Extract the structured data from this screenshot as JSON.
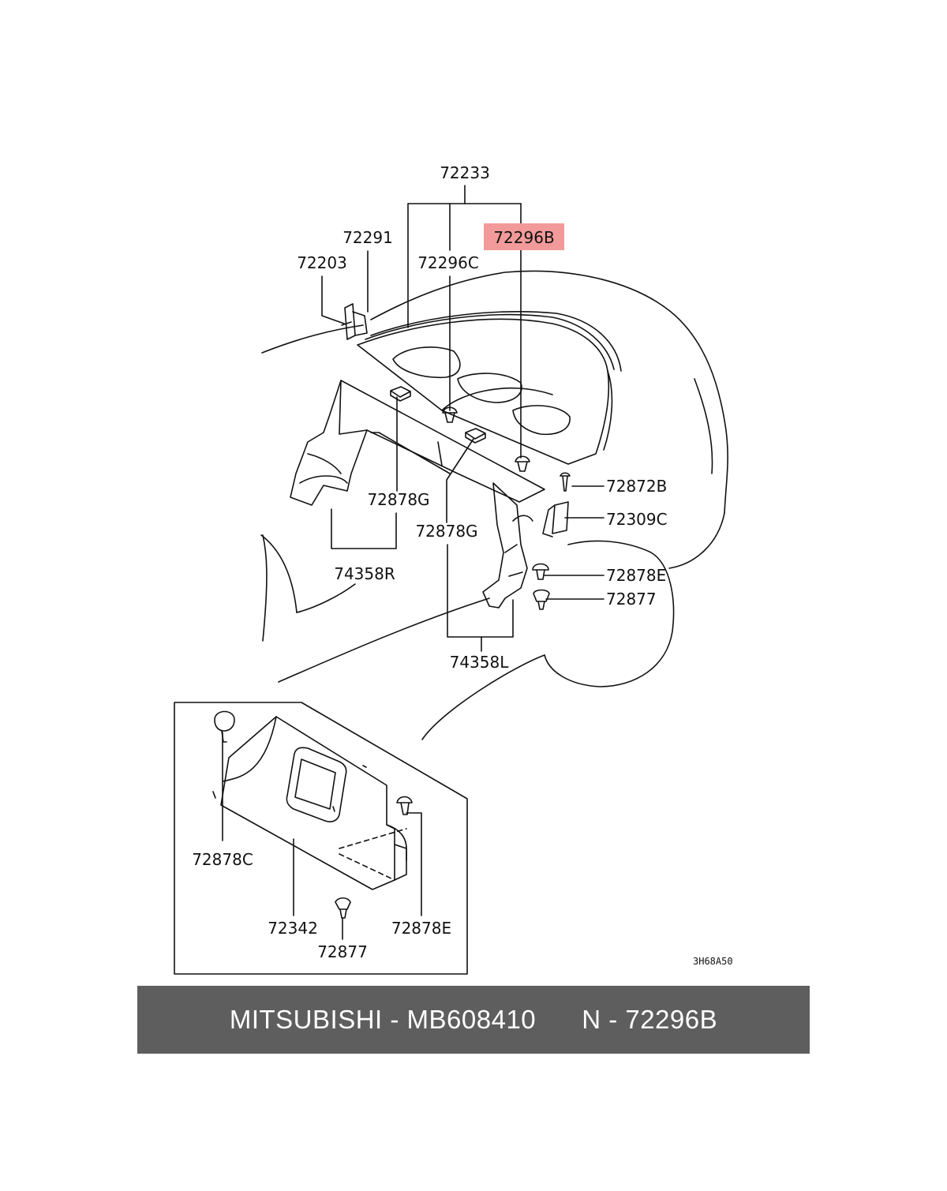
{
  "diagram": {
    "labels": {
      "l72233": "72233",
      "l72291": "72291",
      "l72296B": "72296B",
      "l72203": "72203",
      "l72296C": "72296C",
      "l72872B": "72872B",
      "l72878G_a": "72878G",
      "l72309C": "72309C",
      "l72878G_b": "72878G",
      "l74358R": "74358R",
      "l72878E_a": "72878E",
      "l72877_a": "72877",
      "l74358L": "74358L",
      "l72878C": "72878C",
      "l72342": "72342",
      "l72878E_b": "72878E",
      "l72877_b": "72877"
    },
    "drawing_code": "3H68A50",
    "highlighted_part": "72296B"
  },
  "footer": {
    "brand": "MITSUBISHI",
    "part_number": "MB608410",
    "ref": "N - 72296B"
  },
  "colors": {
    "highlight": "#f29a9a",
    "footer_bg": "#5e5e5e",
    "line": "#111111"
  }
}
